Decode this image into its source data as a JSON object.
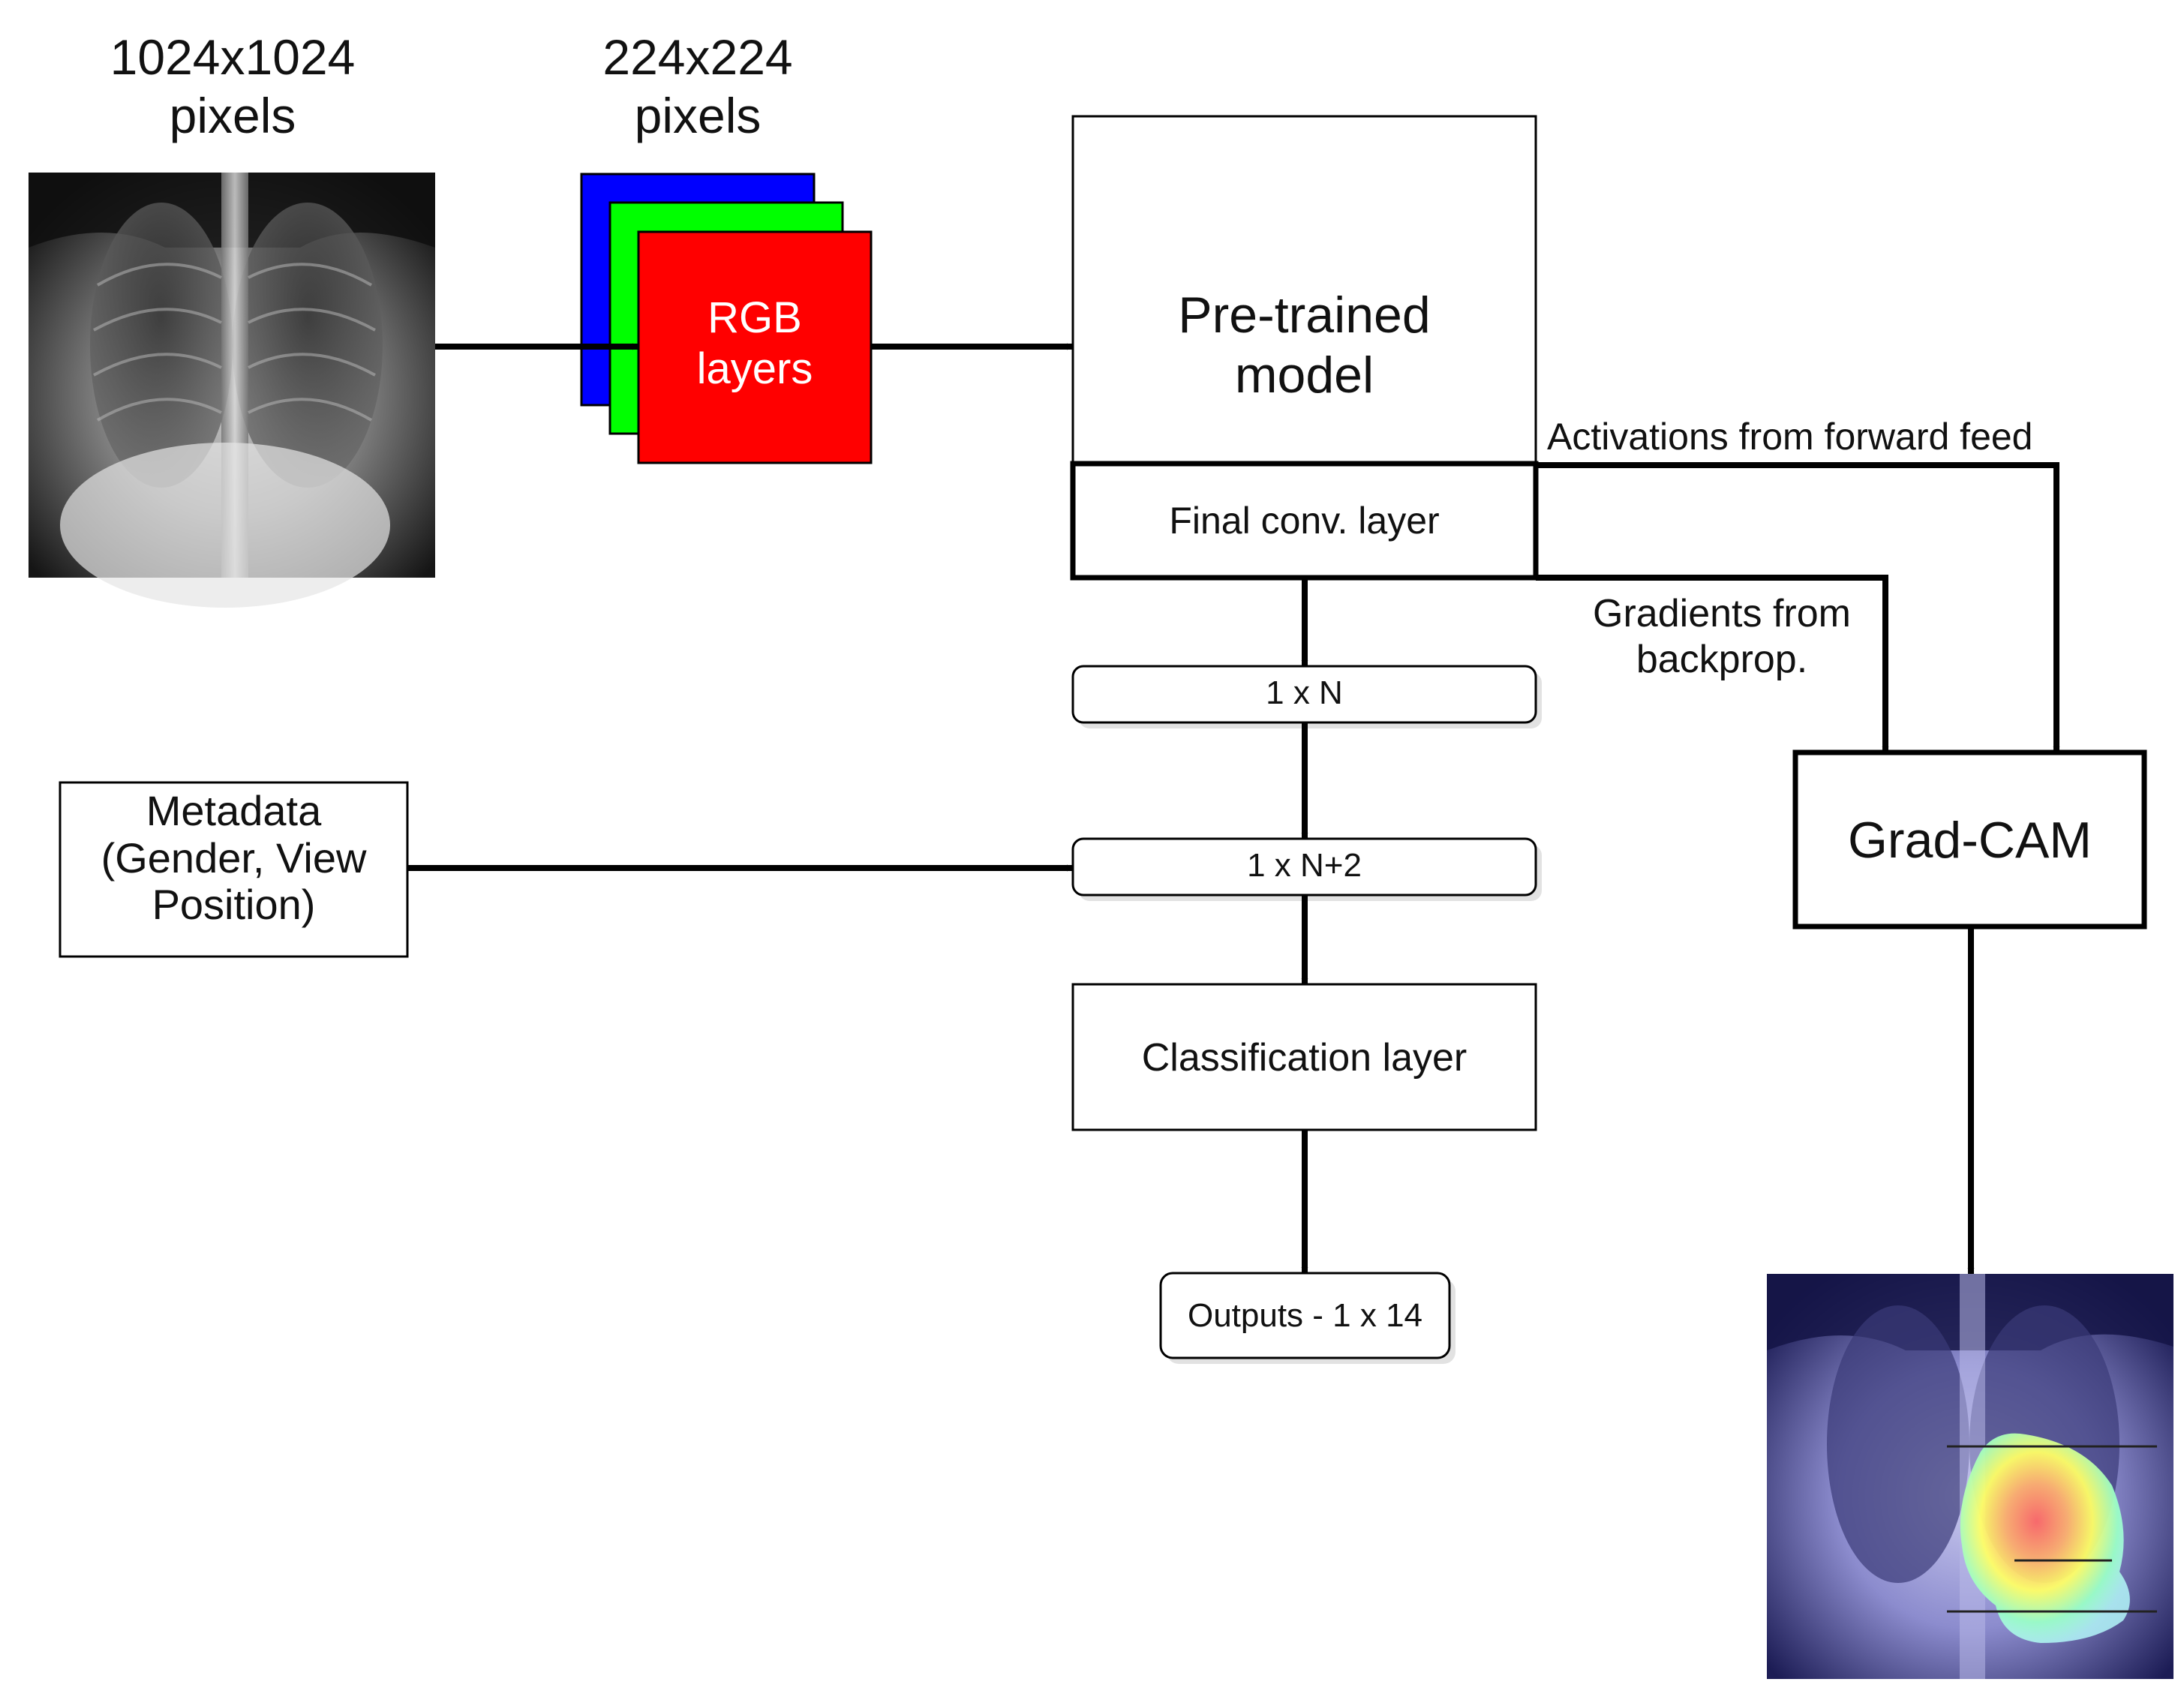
{
  "diagram": {
    "input_size_label": "1024x1024\npixels",
    "resized_label": "224x224\npixels",
    "rgb_label": "RGB\nlayers",
    "pretrained_label": "Pre-trained\nmodel",
    "final_conv_label": "Final conv. layer",
    "vector_n_label": "1 x N",
    "vector_n2_label": "1 x N+2",
    "classification_label": "Classification layer",
    "outputs_label": "Outputs - 1 x 14",
    "metadata_label": "Metadata\n(Gender, View\nPosition)",
    "gradcam_label": "Grad-CAM",
    "activations_label": "Activations from forward feed",
    "gradients_label": "Gradients from\nbackprop.",
    "colors": {
      "blue_layer": "#0000ff",
      "green_layer": "#00ff00",
      "red_layer": "#ff0000",
      "stroke": "#000000",
      "rgb_text": "#ffffff"
    },
    "icons": [
      "xray-image",
      "gradcam-heatmap-image"
    ]
  }
}
